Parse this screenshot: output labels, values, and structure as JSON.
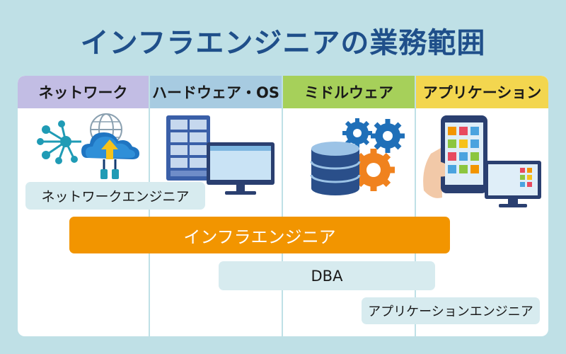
{
  "title": "インフラエンジニアの業務範囲",
  "columns": [
    {
      "label": "ネットワーク",
      "color": "#c2bde4"
    },
    {
      "label": "ハードウェア・OS",
      "color": "#a7cbe1"
    },
    {
      "label": "ミドルウェア",
      "color": "#a6d05a"
    },
    {
      "label": "アプリケーション",
      "color": "#f3d64f"
    }
  ],
  "roles": {
    "network_engineer": "ネットワークエンジニア",
    "infra_engineer": "インフラエンジニア",
    "dba": "DBA",
    "app_engineer": "アプリケーションエンジニア"
  },
  "colors": {
    "background": "#bfe0e6",
    "title": "#1f4f8a",
    "infra_bar": "#f29500",
    "role_bar": "#d7ebef"
  },
  "icons": [
    "network-cloud-icon",
    "server-monitor-icon",
    "database-gears-icon",
    "smartphone-monitor-icon"
  ]
}
